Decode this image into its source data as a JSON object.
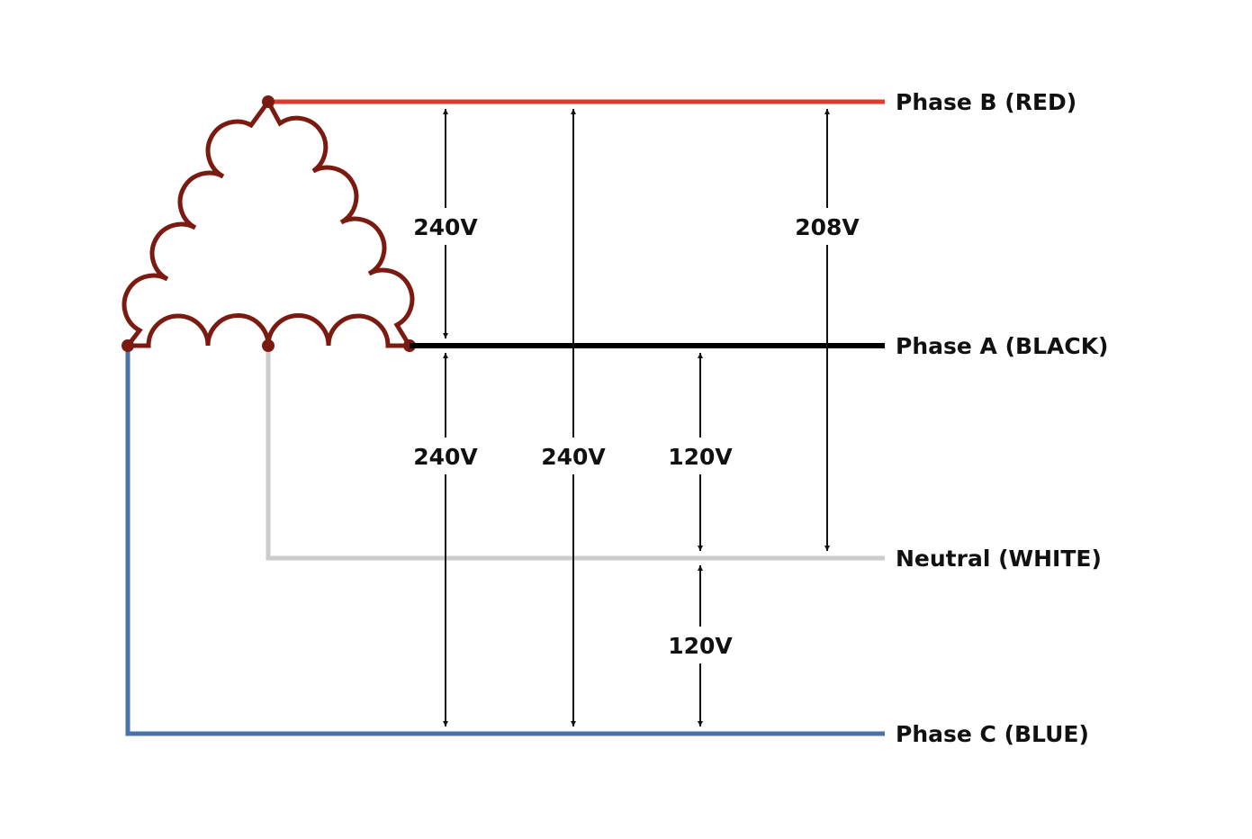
{
  "diagram": {
    "type": "three-phase high-leg delta (center-tapped) wiring diagram",
    "colors": {
      "winding": "#7b1a10",
      "phase_b": "#e5392c",
      "phase_a": "#000000",
      "neutral": "#cccccc",
      "phase_c": "#4a72a6",
      "arrow": "#111111"
    },
    "conductors": [
      {
        "id": "phase_b",
        "label": "Phase B (RED)"
      },
      {
        "id": "phase_a",
        "label": "Phase A (BLACK)"
      },
      {
        "id": "neutral",
        "label": "Neutral (WHITE)"
      },
      {
        "id": "phase_c",
        "label": "Phase C (BLUE)"
      }
    ],
    "measurements": [
      {
        "id": "b_to_a",
        "from": "phase_b",
        "to": "phase_a",
        "label": "240V"
      },
      {
        "id": "a_to_c",
        "from": "phase_a",
        "to": "phase_c",
        "label": "240V"
      },
      {
        "id": "b_to_c",
        "from": "phase_b",
        "to": "phase_c",
        "label": "240V"
      },
      {
        "id": "a_to_n",
        "from": "phase_a",
        "to": "neutral",
        "label": "120V"
      },
      {
        "id": "b_to_n",
        "from": "phase_b",
        "to": "neutral",
        "label": "208V"
      },
      {
        "id": "n_to_c",
        "from": "neutral",
        "to": "phase_c",
        "label": "120V"
      }
    ]
  }
}
